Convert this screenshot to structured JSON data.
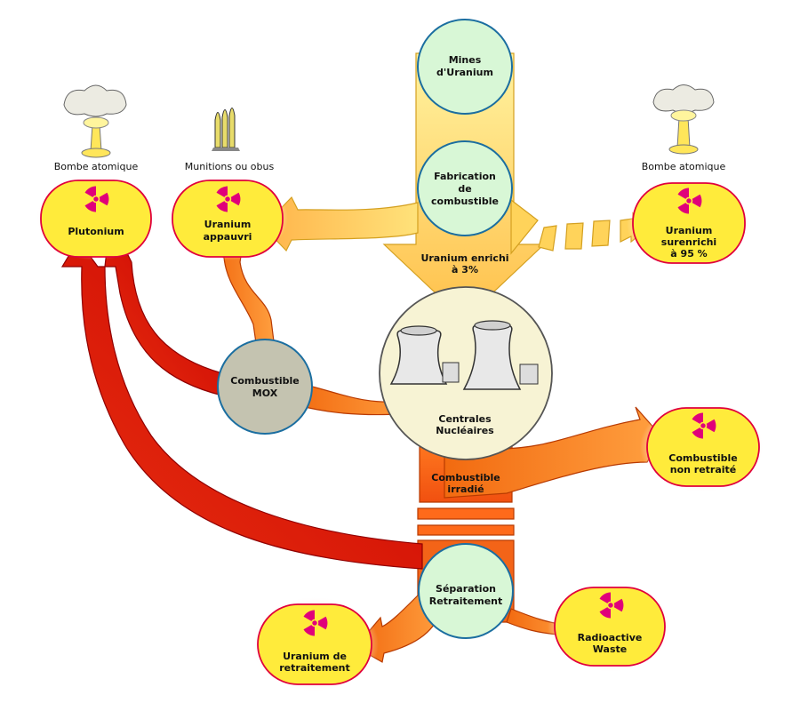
{
  "colors": {
    "hazard_fill": "#ffeb3b",
    "hazard_stroke": "#e0003c",
    "trefoil": "#e0007a",
    "mine_fill": "#d8f7d6",
    "mine_stroke": "#1b6ea0",
    "mox_fill": "#c4c3b0",
    "plant_circle": "#f7f3d4",
    "red_arrow": "#cc0000",
    "orange_arrow": "#f15a1c",
    "yellow_arrow": "#ffcf4a"
  },
  "nodes": {
    "mines": [
      "Mines",
      "d'Uranium"
    ],
    "fabrication": [
      "Fabrication",
      "de",
      "combustible"
    ],
    "enriched": [
      "Uranium enrichi",
      "à 3%"
    ],
    "plant": [
      "Centrales",
      "Nucléaires"
    ],
    "irradiated": [
      "Combustible",
      "irradié"
    ],
    "separation": [
      "Séparation",
      "Retraitement"
    ],
    "mox": [
      "Combustible",
      "MOX"
    ],
    "plutonium": [
      "Plutonium"
    ],
    "depleted": [
      "Uranium",
      "appauvri"
    ],
    "highly_enriched": [
      "Uranium",
      "surenrichi",
      "à 95 %"
    ],
    "unprocessed": [
      "Combustible",
      "non retraité"
    ],
    "reprocessed_uranium": [
      "Uranium de",
      "retraitement"
    ],
    "waste": [
      "Radioactive",
      "Waste"
    ]
  },
  "top_labels": {
    "bomb_left": "Bombe atomique",
    "munitions": "Munitions ou obus",
    "bomb_right": "Bombe atomique"
  },
  "icons": {
    "bomb_left": "mushroom-cloud-icon",
    "bomb_right": "mushroom-cloud-icon",
    "munitions": "bullets-icon",
    "hazard": "radiation-trefoil-icon",
    "plant": "cooling-tower-icon"
  }
}
